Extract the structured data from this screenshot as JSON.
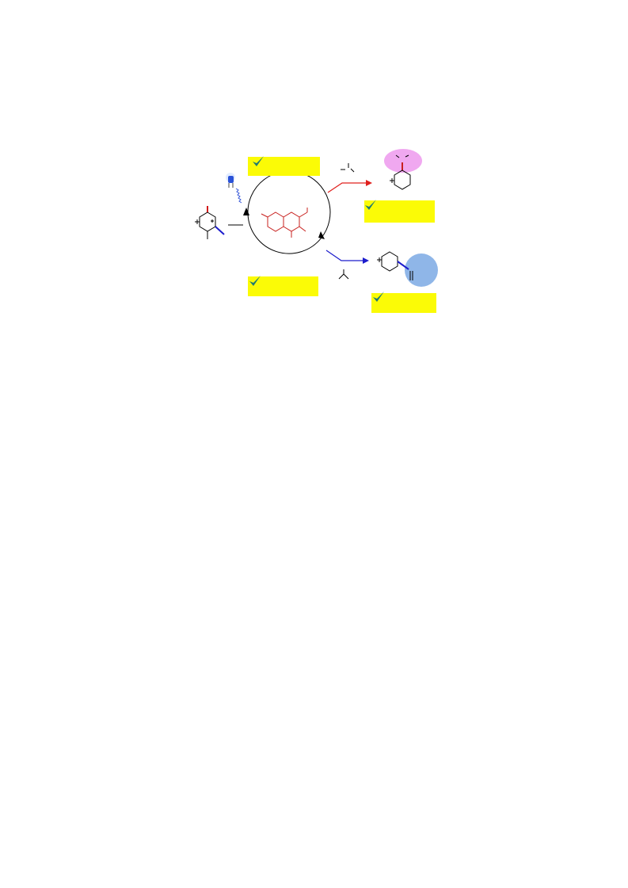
{
  "colors": {
    "highlight": "#fbfb06",
    "check": "#1f7a72",
    "red_path": "#e0201d",
    "blue_path": "#1c1ccc",
    "catalyst": "#c8201e",
    "pink_blob": "#f0a8f0",
    "blue_blob": "#8fb6e8"
  },
  "icons": {
    "light": "blue-led-icon",
    "check": "checkmark-icon"
  },
  "boxes": [
    {
      "id": "top-left",
      "text": ""
    },
    {
      "id": "top-right",
      "text": ""
    },
    {
      "id": "bottom-left",
      "text": ""
    },
    {
      "id": "bottom-right",
      "text": ""
    }
  ]
}
